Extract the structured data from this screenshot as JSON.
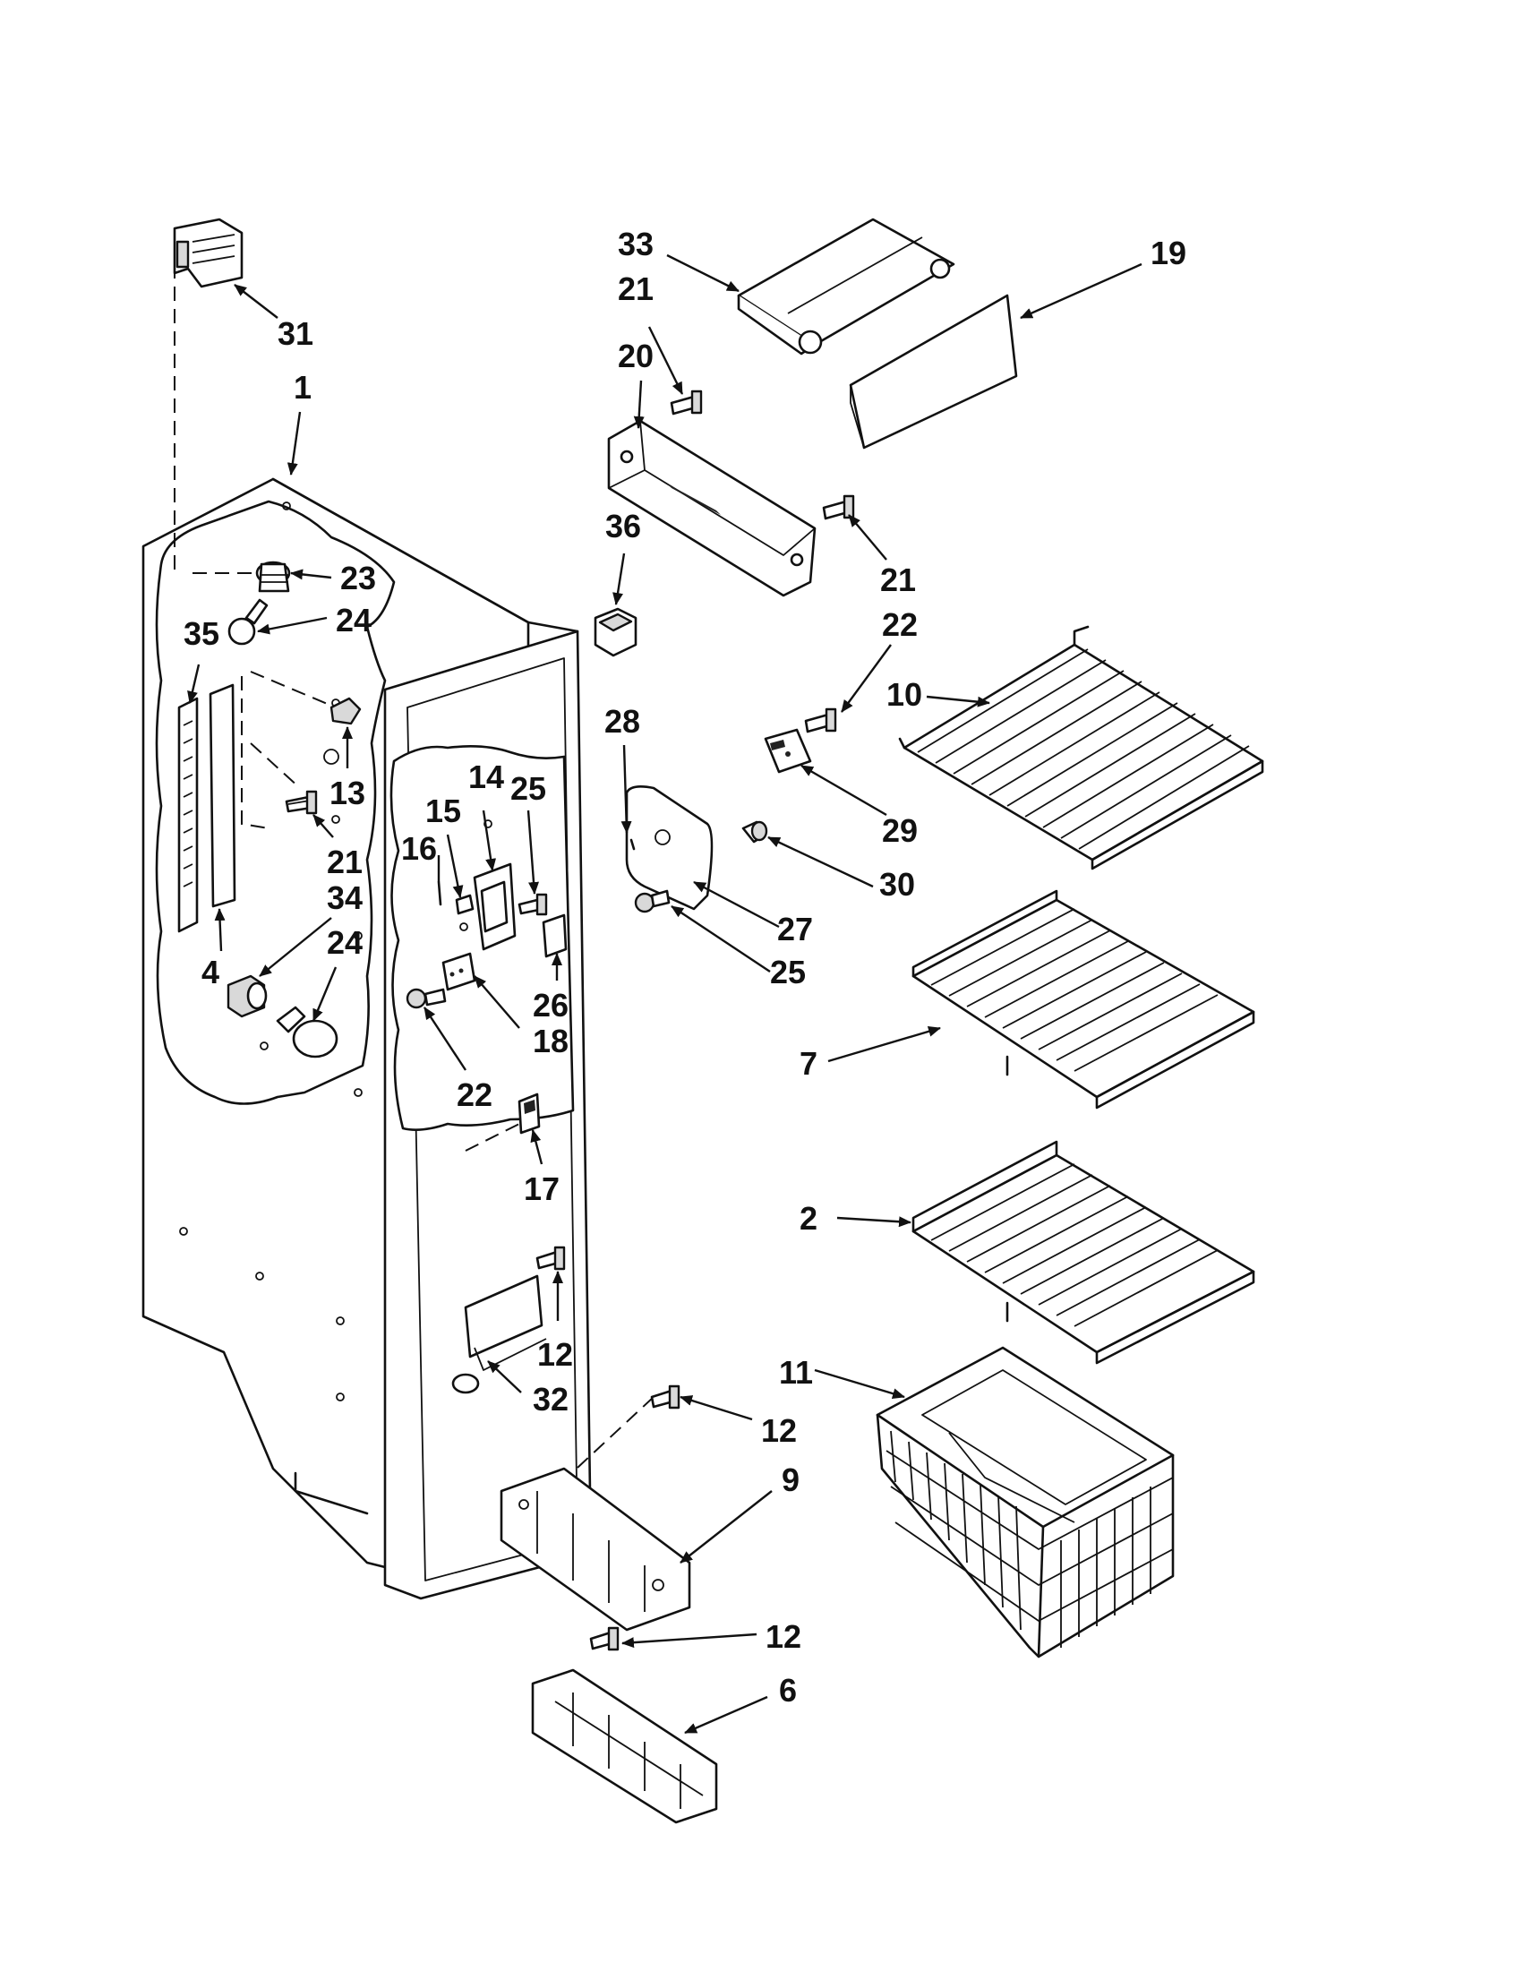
{
  "callouts": [
    {
      "key": "c31",
      "text": "31"
    },
    {
      "key": "c1",
      "text": "1"
    },
    {
      "key": "c23",
      "text": "23"
    },
    {
      "key": "c24a",
      "text": "24"
    },
    {
      "key": "c35",
      "text": "35"
    },
    {
      "key": "c13",
      "text": "13"
    },
    {
      "key": "c21a",
      "text": "21"
    },
    {
      "key": "c34",
      "text": "34"
    },
    {
      "key": "c24b",
      "text": "24"
    },
    {
      "key": "c4",
      "text": "4"
    },
    {
      "key": "c16",
      "text": "16"
    },
    {
      "key": "c15",
      "text": "15"
    },
    {
      "key": "c14",
      "text": "14"
    },
    {
      "key": "c25a",
      "text": "25"
    },
    {
      "key": "c26",
      "text": "26"
    },
    {
      "key": "c18",
      "text": "18"
    },
    {
      "key": "c22a",
      "text": "22"
    },
    {
      "key": "c17",
      "text": "17"
    },
    {
      "key": "c12a",
      "text": "12"
    },
    {
      "key": "c32",
      "text": "32"
    },
    {
      "key": "c12b",
      "text": "12"
    },
    {
      "key": "c9",
      "text": "9"
    },
    {
      "key": "c12c",
      "text": "12"
    },
    {
      "key": "c6",
      "text": "6"
    },
    {
      "key": "c33",
      "text": "33"
    },
    {
      "key": "c21b",
      "text": "21"
    },
    {
      "key": "c20",
      "text": "20"
    },
    {
      "key": "c19",
      "text": "19"
    },
    {
      "key": "c21c",
      "text": "21"
    },
    {
      "key": "c36",
      "text": "36"
    },
    {
      "key": "c22b",
      "text": "22"
    },
    {
      "key": "c10",
      "text": "10"
    },
    {
      "key": "c28",
      "text": "28"
    },
    {
      "key": "c29",
      "text": "29"
    },
    {
      "key": "c30",
      "text": "30"
    },
    {
      "key": "c27",
      "text": "27"
    },
    {
      "key": "c25b",
      "text": "25"
    },
    {
      "key": "c7",
      "text": "7"
    },
    {
      "key": "c2",
      "text": "2"
    },
    {
      "key": "c11",
      "text": "11"
    }
  ]
}
